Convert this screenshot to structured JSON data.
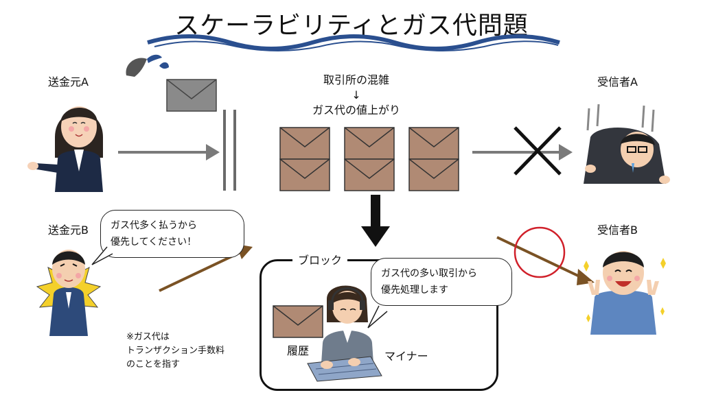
{
  "title": "スケーラビリティとガス代問題",
  "senders": {
    "a_label": "送金元A",
    "b_label": "送金元B"
  },
  "receivers": {
    "a_label": "受信者A",
    "b_label": "受信者B"
  },
  "exchange": {
    "line1": "取引所の混雑",
    "arrow": "↓",
    "line2": "ガス代の値上がり"
  },
  "bubble_b": {
    "line1": "ガス代多く払うから",
    "line2": "優先してください！"
  },
  "block": {
    "title": "ブロック",
    "history_label": "履歴",
    "miner_label": "マイナー",
    "miner_bubble_line1": "ガス代の多い取引から",
    "miner_bubble_line2": "優先処理します"
  },
  "footnote": {
    "line1": "※ガス代は",
    "line2": "トランザクション手数料",
    "line3": "のことを指す"
  },
  "colors": {
    "envelope_brown": "#b08a74",
    "envelope_gray": "#8a8a8a",
    "arrow_gray": "#7a7a7a",
    "arrow_brown": "#7a5224",
    "wave_blue": "#2a4f8f",
    "ok_circle": "#d0202a"
  }
}
